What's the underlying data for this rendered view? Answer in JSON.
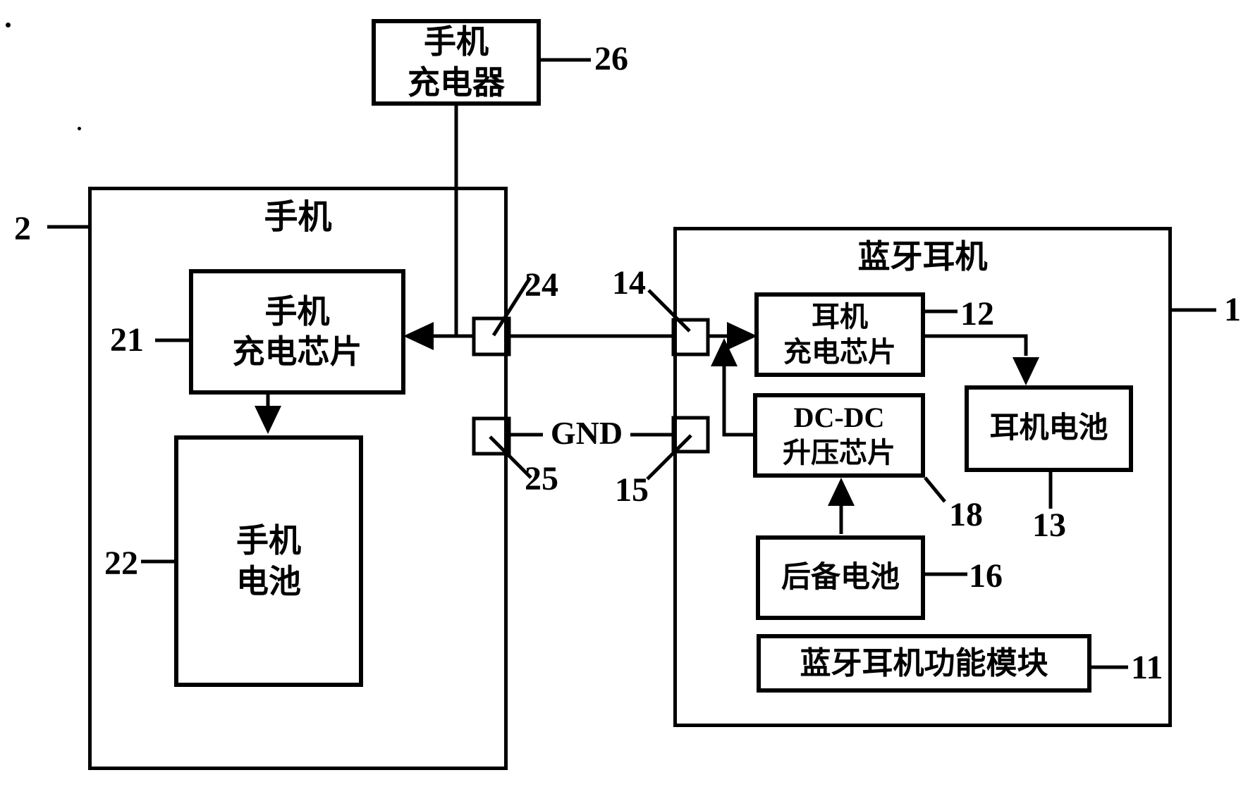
{
  "figure_type": "patent-block-diagram",
  "colors": {
    "ink": "#000000",
    "background": "#ffffff"
  },
  "boxes": {
    "charger": {
      "line1": "手机",
      "line2": "充电器"
    },
    "phone": {
      "title": "手机"
    },
    "phone_chip": {
      "line1": "手机",
      "line2": "充电芯片"
    },
    "phone_battery": {
      "line1": "手机",
      "line2": "电池"
    },
    "headset": {
      "title": "蓝牙耳机"
    },
    "headset_chip": {
      "line1": "耳机",
      "line2": "充电芯片"
    },
    "headset_battery": {
      "label": "耳机电池"
    },
    "dcdc": {
      "line1": "DC-DC",
      "line2": "升压芯片"
    },
    "backup_battery": {
      "label": "后备电池"
    },
    "function_module": {
      "label": "蓝牙耳机功能模块"
    }
  },
  "refs": {
    "charger": "26",
    "phone": "2",
    "phone_chip": "21",
    "phone_battery": "22",
    "headset": "1",
    "headset_chip": "12",
    "headset_battery": "13",
    "dcdc": "18",
    "backup_battery": "16",
    "function_module": "11",
    "phone_vbus_port": "24",
    "phone_gnd_port": "25",
    "headset_vbus_port": "14",
    "headset_gnd_port": "15"
  },
  "net_labels": {
    "ground": "GND"
  }
}
